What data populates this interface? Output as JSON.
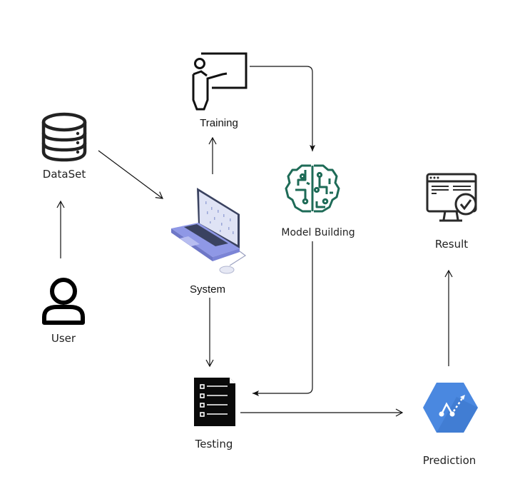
{
  "diagram": {
    "nodes": [
      {
        "id": "dataset",
        "label": "DataSet",
        "icon": "database-icon"
      },
      {
        "id": "user",
        "label": "User",
        "icon": "user-icon"
      },
      {
        "id": "training",
        "label": "Training",
        "icon": "presenter-board-icon"
      },
      {
        "id": "system",
        "label": "System",
        "icon": "laptop-icon"
      },
      {
        "id": "model",
        "label": "Model Building",
        "icon": "brain-circuit-icon"
      },
      {
        "id": "result",
        "label": "Result",
        "icon": "monitor-check-icon"
      },
      {
        "id": "testing",
        "label": "Testing",
        "icon": "checklist-document-icon"
      },
      {
        "id": "prediction",
        "label": "Prediction",
        "icon": "prediction-hexagon-icon"
      }
    ],
    "edges": [
      {
        "from": "user",
        "to": "dataset"
      },
      {
        "from": "dataset",
        "to": "system"
      },
      {
        "from": "system",
        "to": "training"
      },
      {
        "from": "training",
        "to": "model"
      },
      {
        "from": "system",
        "to": "testing"
      },
      {
        "from": "model",
        "to": "testing"
      },
      {
        "from": "testing",
        "to": "prediction"
      },
      {
        "from": "prediction",
        "to": "result"
      }
    ],
    "colors": {
      "brain": "#1e6b57",
      "prediction": "#4a88e0",
      "laptop": "#8f98e6"
    }
  }
}
